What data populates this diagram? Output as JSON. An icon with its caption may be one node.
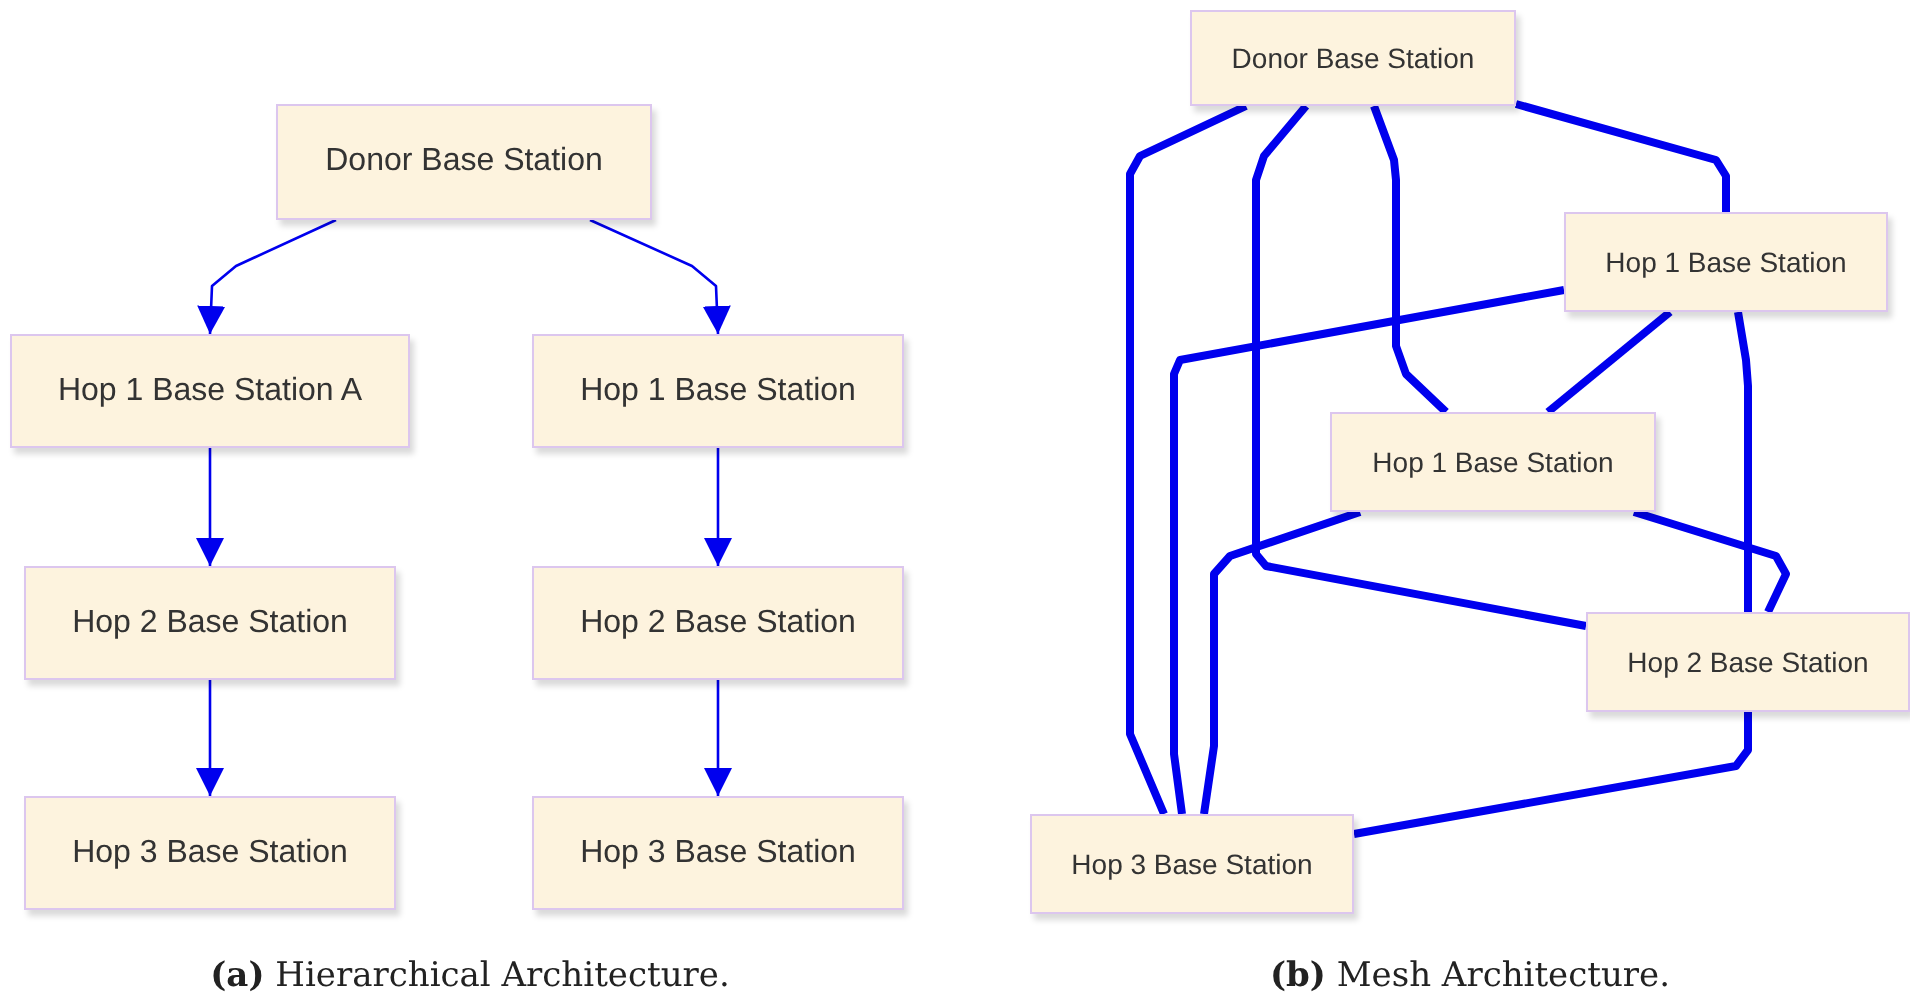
{
  "diagram": {
    "nodes": [
      {
        "text": [
          "Donor Base Station"
        ]
      },
      {
        "text": [
          "Hop 1 Base Station A"
        ]
      },
      {
        "text": [
          "Hop 1 Base Station"
        ]
      },
      {
        "text": [
          "Hop 2 Base Station"
        ]
      },
      {
        "text": [
          "Hop 2 Base Station"
        ]
      },
      {
        "text": [
          "Hop 3 Base Station"
        ]
      },
      {
        "text": [
          "Hop 3 Base Station"
        ]
      },
      {
        "text": [
          "Donor Base Station"
        ]
      },
      {
        "text": [
          "Hop 1 Base Station"
        ]
      },
      {
        "text": [
          "Hop 1 Base Station"
        ]
      },
      {
        "text": [
          "Hop 2 Base Station"
        ]
      },
      {
        "text": [
          "Hop 3 Base Station"
        ]
      }
    ],
    "edges": [
      {
        "from": 0,
        "to": 1,
        "arrow": "to"
      },
      {
        "from": 0,
        "to": 2,
        "arrow": "to"
      },
      {
        "from": 1,
        "to": 3,
        "arrow": "to"
      },
      {
        "from": 2,
        "to": 4,
        "arrow": "to"
      },
      {
        "from": 3,
        "to": 5,
        "arrow": "to"
      },
      {
        "from": 4,
        "to": 6,
        "arrow": "to"
      },
      {
        "from": 7,
        "to": 11,
        "arrow": "none"
      },
      {
        "from": 7,
        "to": 10,
        "arrow": "none"
      },
      {
        "from": 7,
        "to": 9,
        "arrow": "none"
      },
      {
        "from": 7,
        "to": 8,
        "arrow": "none"
      },
      {
        "from": 8,
        "to": 11,
        "arrow": "none"
      },
      {
        "from": 8,
        "to": 9,
        "arrow": "none"
      },
      {
        "from": 8,
        "to": 10,
        "arrow": "none"
      },
      {
        "from": 9,
        "to": 11,
        "arrow": "none"
      },
      {
        "from": 9,
        "to": 10,
        "arrow": "none"
      },
      {
        "from": 10,
        "to": 11,
        "arrow": "none"
      }
    ],
    "labels": [
      "**(a)** Hierarchical Architecture.",
      "**(b)** Mesh Architecture."
    ]
  }
}
